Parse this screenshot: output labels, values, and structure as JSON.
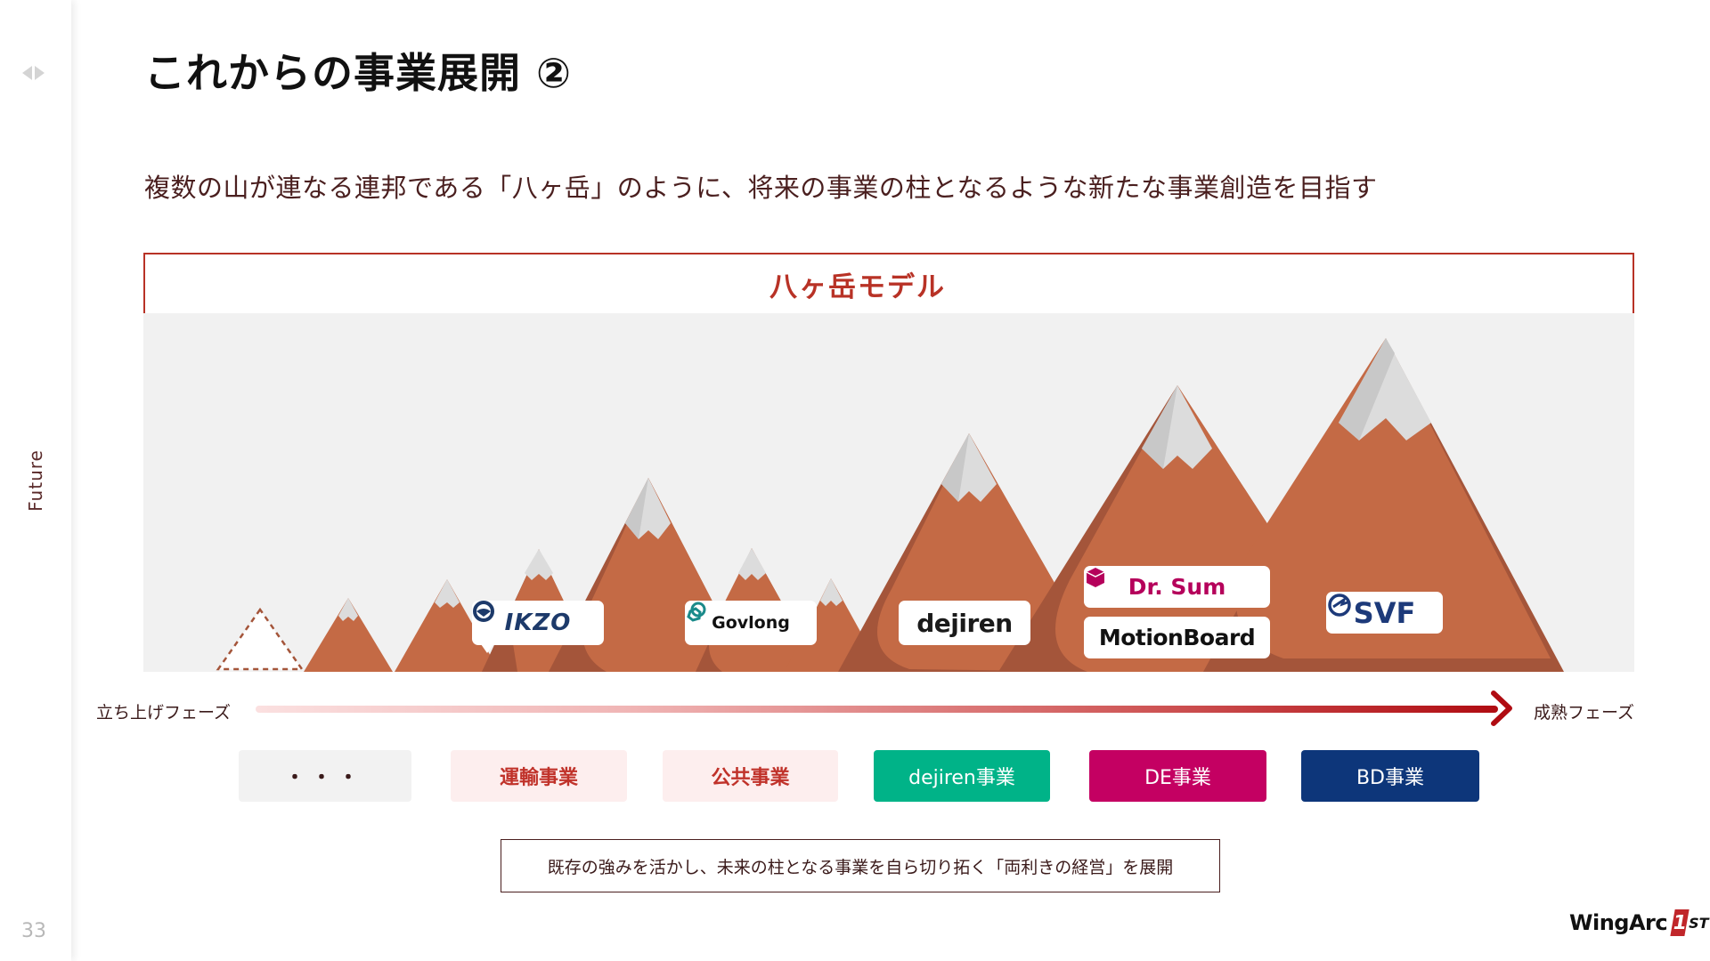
{
  "sidebar": {
    "nav_icon": "left-right-arrows-icon",
    "section_label": "Future",
    "page_number": "33"
  },
  "header": {
    "title": "これからの事業展開 ②",
    "subtitle": "複数の山が連なる連邦である「八ヶ岳」のように、将来の事業の柱となるような新たな事業創造を目指す"
  },
  "model": {
    "title": "八ヶ岳モデル",
    "colors": {
      "background": "#f1f1f1",
      "mountain_light": "#c46a45",
      "mountain_dark": "#a4553a",
      "snow_light": "#dcdcdc",
      "snow_dark": "#c8c8c8",
      "border": "#b83226"
    },
    "logos": [
      {
        "name": "IKZO",
        "icon": "steering-wheel-icon",
        "color": "#1d3a6a"
      },
      {
        "name": "Govlong",
        "icon": "chain-link-icon",
        "color": "#111111"
      },
      {
        "name": "dejiren",
        "icon": "",
        "color": "#1a1a1a"
      },
      {
        "name": "Dr. Sum",
        "icon": "cube-icon",
        "color": "#b5005b"
      },
      {
        "name": "MotionBoard",
        "icon": "",
        "color": "#111111"
      },
      {
        "name": "SVF",
        "icon": "globe-arrow-icon",
        "color": "#1d3a7a"
      }
    ]
  },
  "phase": {
    "start_label": "立ち上げフェーズ",
    "end_label": "成熟フェーズ"
  },
  "businesses": [
    {
      "label": "・・・",
      "bg": "#f2f2f2",
      "fg": "#3a1a1a"
    },
    {
      "label": "運輸事業",
      "bg": "#fdeeee",
      "fg": "#c0322a"
    },
    {
      "label": "公共事業",
      "bg": "#fdeeee",
      "fg": "#c0322a"
    },
    {
      "label": "dejiren事業",
      "bg": "#00b388",
      "fg": "#ffffff"
    },
    {
      "label": "DE事業",
      "bg": "#c40062",
      "fg": "#ffffff"
    },
    {
      "label": "BD事業",
      "bg": "#0d367a",
      "fg": "#ffffff"
    }
  ],
  "footer": {
    "description": "既存の強みを活かし、未来の柱となる事業を自ら切り拓く「両利きの経営」を展開",
    "brand": {
      "name": "WingArc",
      "mark": "1",
      "suffix": "ST"
    }
  }
}
